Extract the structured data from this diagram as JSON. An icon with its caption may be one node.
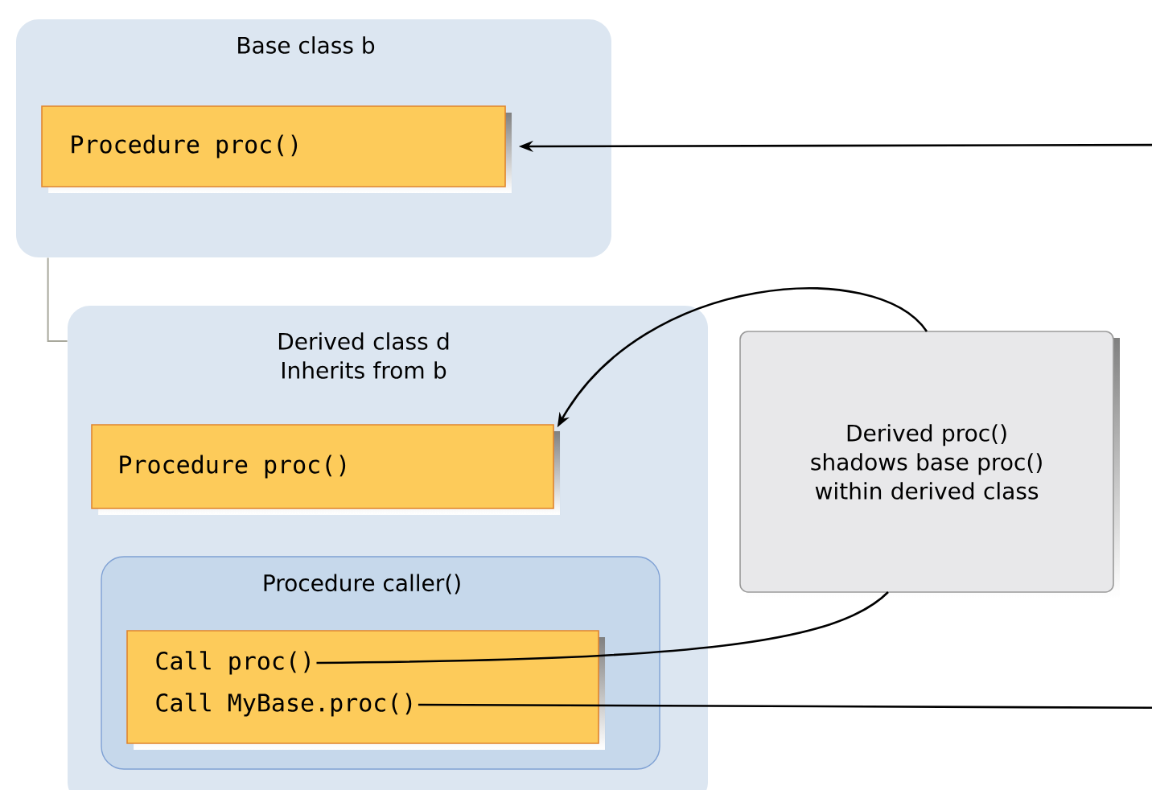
{
  "diagram": {
    "nodes": [
      {
        "text": [
          "Base class b"
        ]
      },
      {
        "text": [
          "Procedure proc()"
        ],
        "in": 0
      },
      {
        "text": [
          "Derived class d Inherits from b"
        ]
      },
      {
        "text": [
          "Procedure proc()"
        ],
        "in": 2
      },
      {
        "text": [
          "Procedure caller()"
        ],
        "in": 2
      },
      {
        "text": [
          "Call proc()",
          "Call MyBase.proc()"
        ],
        "in": 4
      },
      {
        "text": [
          "Derived proc() shadows base proc() within derived class"
        ]
      }
    ],
    "edges": [
      {
        "from": 0,
        "to": 2,
        "arrow": "none",
        "color": "#a8a89c"
      },
      {
        "from": 5,
        "to": 6,
        "arrow": "none"
      },
      {
        "from": 6,
        "to": 3,
        "arrow": "to"
      },
      {
        "from": 5,
        "to": 1,
        "arrow": "to"
      }
    ]
  }
}
